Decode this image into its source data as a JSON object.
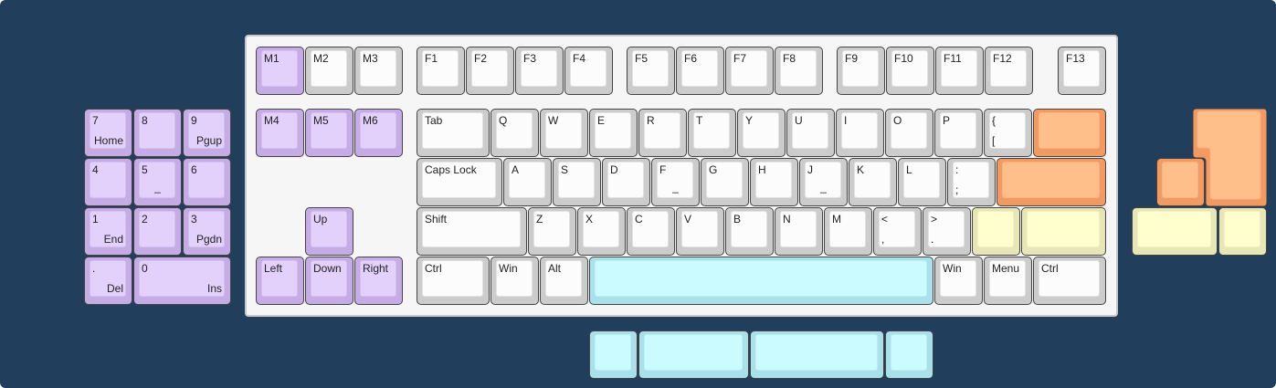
{
  "colors": {
    "background": "#213f5c",
    "plate": "#f6f6f6",
    "white_key": "#fcfcfc",
    "purple_key": "#e3d1fb",
    "orange_key": "#ffbf8b",
    "yellow_key": "#ffffce",
    "cyan_key": "#cbfbfe"
  },
  "keys": {
    "m1": "M1",
    "m2": "M2",
    "m3": "M3",
    "f1": "F1",
    "f2": "F2",
    "f3": "F3",
    "f4": "F4",
    "f5": "F5",
    "f6": "F6",
    "f7": "F7",
    "f8": "F8",
    "f9": "F9",
    "f10": "F10",
    "f11": "F11",
    "f12": "F12",
    "f13": "F13",
    "m4": "M4",
    "m5": "M5",
    "m6": "M6",
    "tab": "Tab",
    "q": "Q",
    "w": "W",
    "e": "E",
    "r": "R",
    "t": "T",
    "y": "Y",
    "u": "U",
    "i": "I",
    "o": "O",
    "p": "P",
    "lbrace_top": "{",
    "lbrace_bottom": "[",
    "caps": "Caps Lock",
    "a": "A",
    "s": "S",
    "d": "D",
    "f": "F",
    "f_bottom": "_",
    "g": "G",
    "h": "H",
    "j": "J",
    "j_bottom": "_",
    "k": "K",
    "l": "L",
    "colon_top": ":",
    "colon_bottom": ";",
    "shift": "Shift",
    "z": "Z",
    "x": "X",
    "c": "C",
    "v": "V",
    "b": "B",
    "n": "N",
    "m": "M",
    "lt_top": "<",
    "lt_bottom": ",",
    "gt_top": ">",
    "gt_bottom": ".",
    "up": "Up",
    "left": "Left",
    "down": "Down",
    "right": "Right",
    "lctrl": "Ctrl",
    "lwin": "Win",
    "lalt": "Alt",
    "rwin": "Win",
    "menu": "Menu",
    "rctrl": "Ctrl",
    "np7_top": "7",
    "np7_bottom": "Home",
    "np8_top": "8",
    "np9_top": "9",
    "np9_bottom": "Pgup",
    "np4_top": "4",
    "np5_top": "5",
    "np5_bottom": "_",
    "np6_top": "6",
    "np1_top": "1",
    "np1_bottom": "End",
    "np2_top": "2",
    "np3_top": "3",
    "np3_bottom": "Pgdn",
    "npdot_top": ".",
    "npdot_bottom": "Del",
    "np0_top": "0",
    "np0_bottom": "Ins"
  }
}
